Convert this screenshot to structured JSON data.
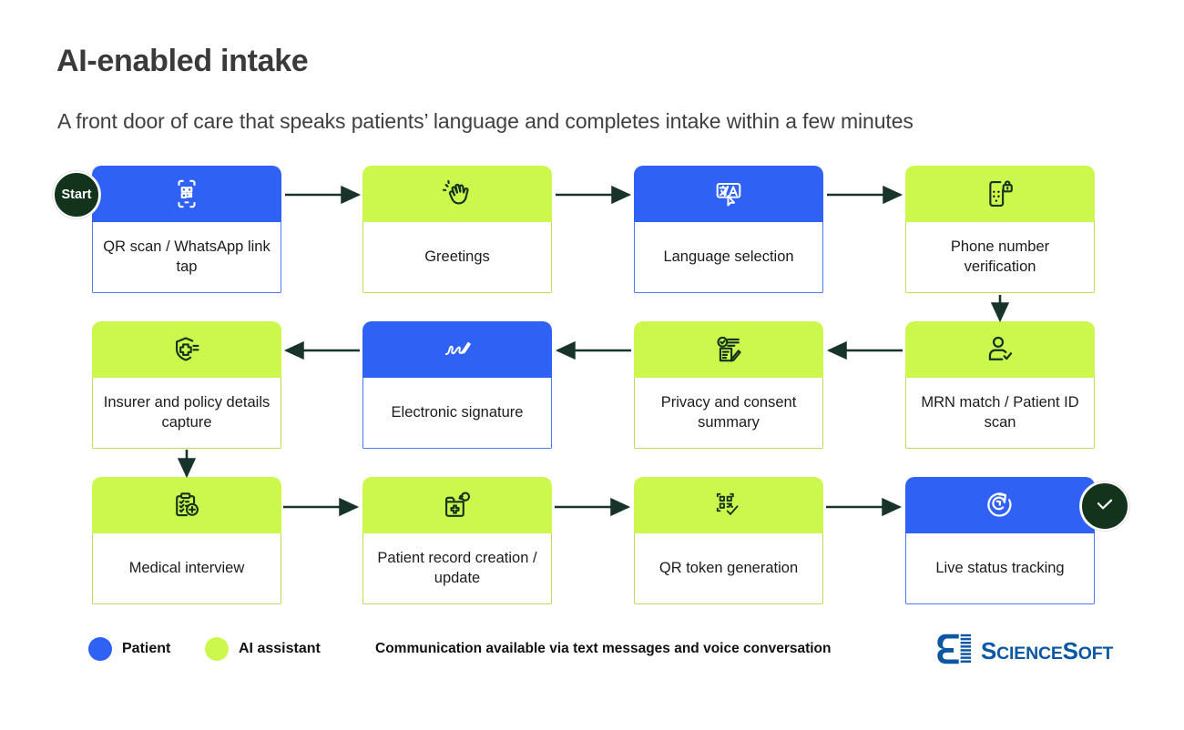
{
  "header": {
    "title": "AI-enabled intake",
    "subtitle": "A front door of care that speaks patients’ language and completes intake within a few minutes"
  },
  "badges": {
    "start_label": "Start",
    "end_icon": "check-icon"
  },
  "colors": {
    "patient": "#2f62f4",
    "ai_assistant": "#ccf84e",
    "badge": "#14331c",
    "arrow": "#18332a",
    "title": "#3a3a3a",
    "logo_blue": "#0b57a4"
  },
  "nodes": [
    {
      "id": "qr-scan-whatsapp-link-tap",
      "label": "QR scan / WhatsApp link tap",
      "actor": "patient",
      "icon": "qr-phone-scan-icon",
      "row": 1,
      "col": 1
    },
    {
      "id": "greetings",
      "label": "Greetings",
      "actor": "ai",
      "icon": "waving-hand-icon",
      "row": 1,
      "col": 2
    },
    {
      "id": "language-selection",
      "label": "Language selection",
      "actor": "patient",
      "icon": "translate-cursor-icon",
      "row": 1,
      "col": 3
    },
    {
      "id": "phone-number-verification",
      "label": "Phone number verification",
      "actor": "ai",
      "icon": "phone-lock-icon",
      "row": 1,
      "col": 4
    },
    {
      "id": "insurer-and-policy-details-capture",
      "label": "Insurer and policy details capture",
      "actor": "ai",
      "icon": "shield-medical-cross-icon",
      "row": 2,
      "col": 1
    },
    {
      "id": "electronic-signature",
      "label": "Electronic signature",
      "actor": "patient",
      "icon": "signature-pen-icon",
      "row": 2,
      "col": 2
    },
    {
      "id": "privacy-and-consent-summary",
      "label": "Privacy and consent summary",
      "actor": "ai",
      "icon": "consent-document-check-icon",
      "row": 2,
      "col": 3
    },
    {
      "id": "mrn-match-patient-id-scan",
      "label": "MRN match / Patient ID scan",
      "actor": "ai",
      "icon": "user-check-icon",
      "row": 2,
      "col": 4
    },
    {
      "id": "medical-interview",
      "label": "Medical interview",
      "actor": "ai",
      "icon": "clipboard-plus-icon",
      "row": 3,
      "col": 1
    },
    {
      "id": "patient-record-creation-update",
      "label": "Patient record creation / update",
      "actor": "ai",
      "icon": "medical-folder-refresh-icon",
      "row": 3,
      "col": 2
    },
    {
      "id": "qr-token-generation",
      "label": "QR token generation",
      "actor": "ai",
      "icon": "qr-check-icon",
      "row": 3,
      "col": 3
    },
    {
      "id": "live-status-tracking",
      "label": "Live status tracking",
      "actor": "patient",
      "icon": "live-tracking-refresh-icon",
      "row": 3,
      "col": 4
    }
  ],
  "legend": [
    {
      "label": "Patient",
      "color": "#2f62f4"
    },
    {
      "label": "AI assistant",
      "color": "#ccf84e"
    }
  ],
  "footnote": "Communication available via text messages and voice conversation",
  "logo": {
    "name_prefix": "S",
    "name_a": "CIENCE",
    "name_s": "S",
    "name_b": "OFT",
    "full": "ScienceSoft"
  }
}
